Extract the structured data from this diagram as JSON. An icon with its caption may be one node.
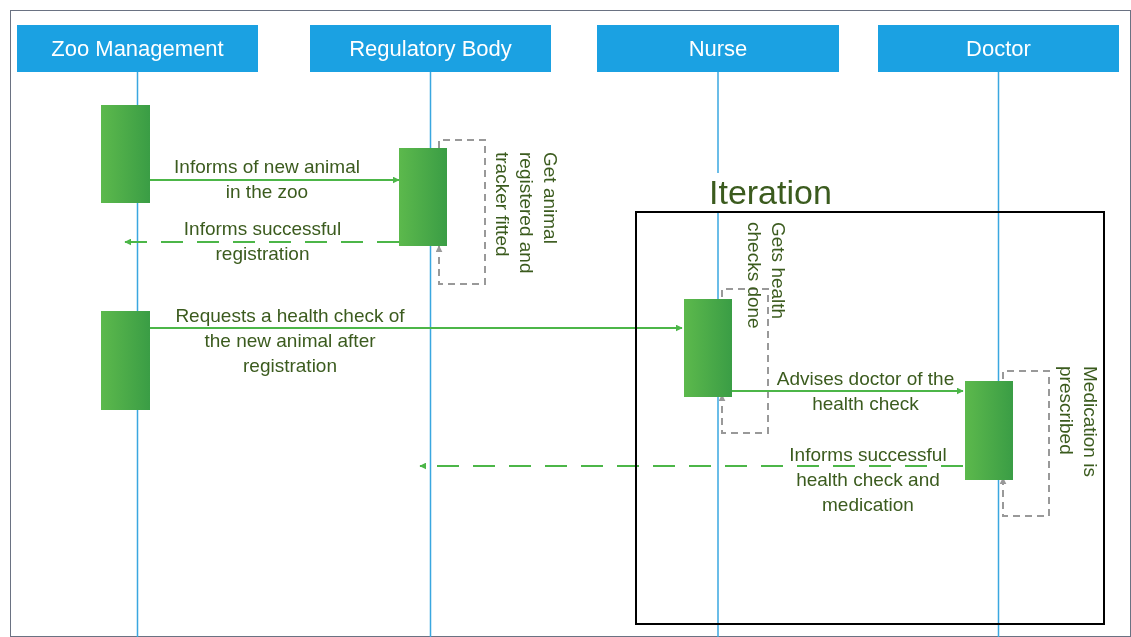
{
  "diagram": {
    "nodes": [
      {
        "text": [
          "Zoo Management"
        ]
      },
      {
        "text": [
          "Regulatory Body"
        ]
      },
      {
        "text": [
          "Nurse"
        ]
      },
      {
        "text": [
          "Doctor"
        ]
      },
      {
        "text": [
          "Iteration"
        ]
      },
      {
        "text": [],
        "shape": "bar"
      },
      {
        "text": [],
        "shape": "bar"
      },
      {
        "text": [],
        "shape": "bar"
      },
      {
        "text": [],
        "shape": "bar",
        "in": 4
      },
      {
        "text": [],
        "shape": "bar",
        "in": 4
      }
    ],
    "edges": [
      {
        "from": 5,
        "to": 6,
        "arrow": "to",
        "label": "Informs of new animal in the zoo"
      },
      {
        "from": 6,
        "to": null,
        "arrow": "to",
        "style": "dashed",
        "label": "Informs successful registration"
      },
      {
        "from": 6,
        "to": 6,
        "arrow": "to",
        "style": "dashed",
        "color": "#999999",
        "label": "Get animal registered and tracker fitted"
      },
      {
        "from": 7,
        "to": 8,
        "arrow": "to",
        "label": "Requests a health check of the new animal after registration"
      },
      {
        "from": 8,
        "to": 8,
        "arrow": "to",
        "style": "dashed",
        "color": "#999999",
        "label": "Gets health checks done"
      },
      {
        "from": 8,
        "to": 9,
        "arrow": "to",
        "label": "Advises doctor of the health check"
      },
      {
        "from": 9,
        "to": 9,
        "arrow": "to",
        "style": "dashed",
        "color": "#999999",
        "label": "Medication is prescribed"
      },
      {
        "from": 9,
        "to": null,
        "arrow": "to",
        "style": "dashed",
        "label": "Informs successful health check and medication"
      }
    ]
  }
}
